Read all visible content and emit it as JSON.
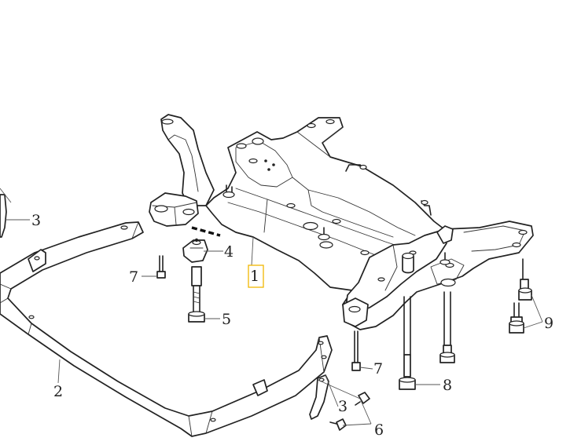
{
  "diagram": {
    "callouts": [
      {
        "id": "callout-1",
        "text": "1",
        "highlighted": true
      },
      {
        "id": "callout-2",
        "text": "2"
      },
      {
        "id": "callout-3-left",
        "text": "3"
      },
      {
        "id": "callout-3-right",
        "text": "3"
      },
      {
        "id": "callout-4",
        "text": "4"
      },
      {
        "id": "callout-5",
        "text": "5"
      },
      {
        "id": "callout-6",
        "text": "6"
      },
      {
        "id": "callout-7-left",
        "text": "7"
      },
      {
        "id": "callout-7-right",
        "text": "7"
      },
      {
        "id": "callout-8",
        "text": "8"
      },
      {
        "id": "callout-9",
        "text": "9"
      }
    ],
    "colors": {
      "line": "#222222",
      "background": "#ffffff",
      "highlight": "#f1b600"
    }
  }
}
